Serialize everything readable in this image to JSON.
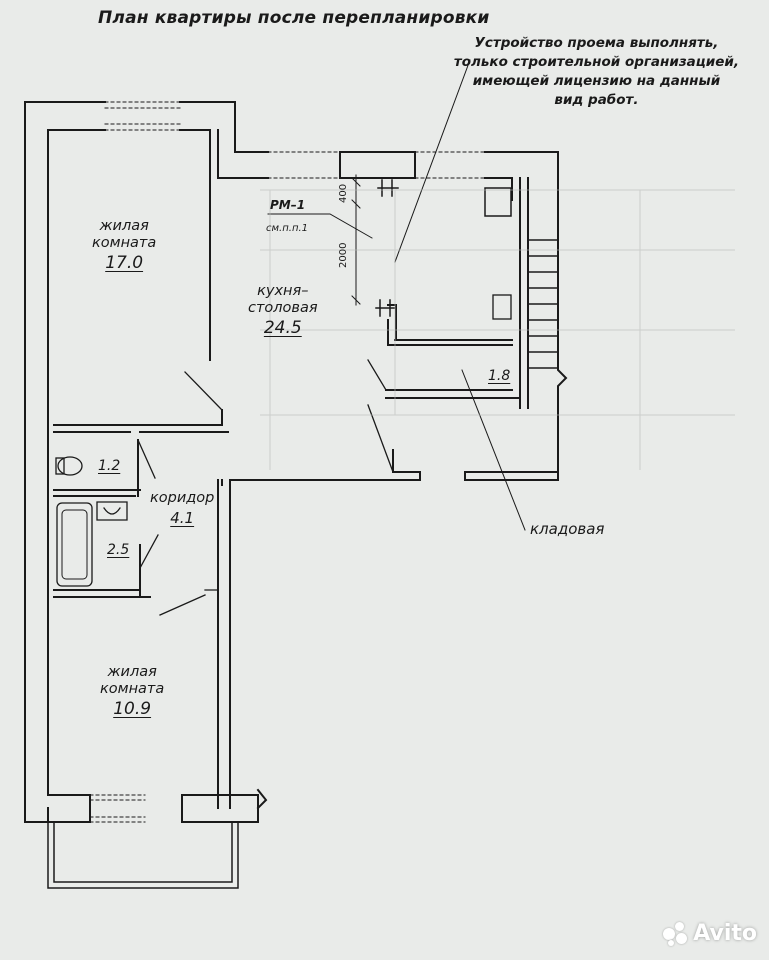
{
  "title": "План квартиры после перепланировки",
  "note": {
    "lines": [
      "Устройство проема выполнять,",
      "только строительной организацией,",
      "имеющей лицензию на данный",
      "вид работ."
    ]
  },
  "rooms": {
    "living1": {
      "label1": "жилая",
      "label2": "комната",
      "area": "17.0"
    },
    "kitchen": {
      "label1": "кухня–",
      "label2": "столовая",
      "area": "24.5"
    },
    "living2": {
      "label1": "жилая",
      "label2": "комната",
      "area": "10.9"
    },
    "corridor": {
      "label": "коридор",
      "area": "4.1"
    },
    "toilet": {
      "area": "1.2"
    },
    "bath": {
      "area": "2.5"
    },
    "pantry": {
      "area": "1.8",
      "label": "кладовая"
    }
  },
  "markers": {
    "rm_label": "РМ–1",
    "rm_ref": "см.п.п.1",
    "dim_400": "400",
    "dim_2000": "2000"
  },
  "watermark": {
    "text": "Avito"
  },
  "colors": {
    "paper": "#e9ebe9",
    "ink": "#1a1a1a"
  }
}
